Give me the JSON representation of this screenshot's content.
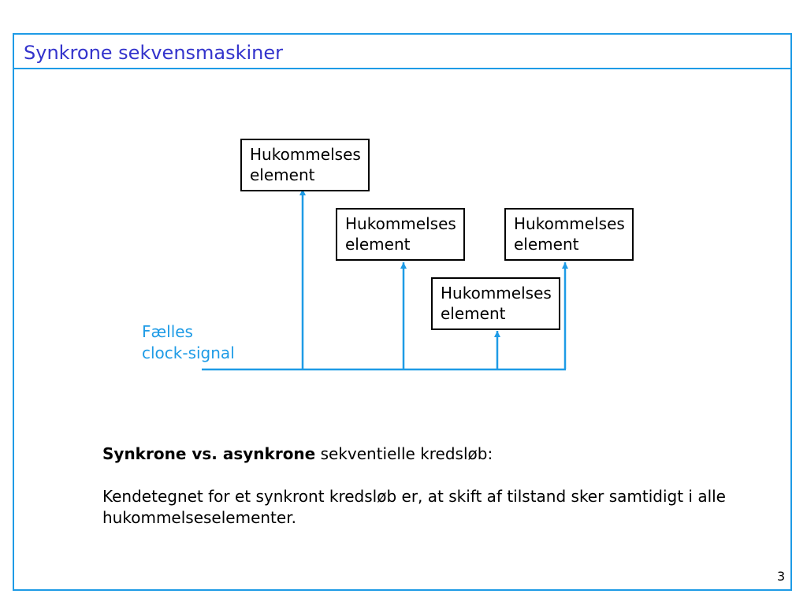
{
  "slide": {
    "title": "Synkrone sekvensmaskiner",
    "page_number": "3"
  },
  "diagram": {
    "boxes": [
      {
        "line1": "Hukommelses",
        "line2": "element"
      },
      {
        "line1": "Hukommelses",
        "line2": "element"
      },
      {
        "line1": "Hukommelses",
        "line2": "element"
      },
      {
        "line1": "Hukommelses",
        "line2": "element"
      }
    ],
    "clock_label": {
      "line1": "Fælles",
      "line2": "clock-signal"
    },
    "line_color": "#1e9be6"
  },
  "body": {
    "heading_bold": "Synkrone vs. asynkrone",
    "heading_rest": " sekventielle kredsløb:",
    "paragraph": "Kendetegnet for et synkront kredsløb er, at skift af tilstand sker samtidigt i alle hukommelseselementer."
  }
}
